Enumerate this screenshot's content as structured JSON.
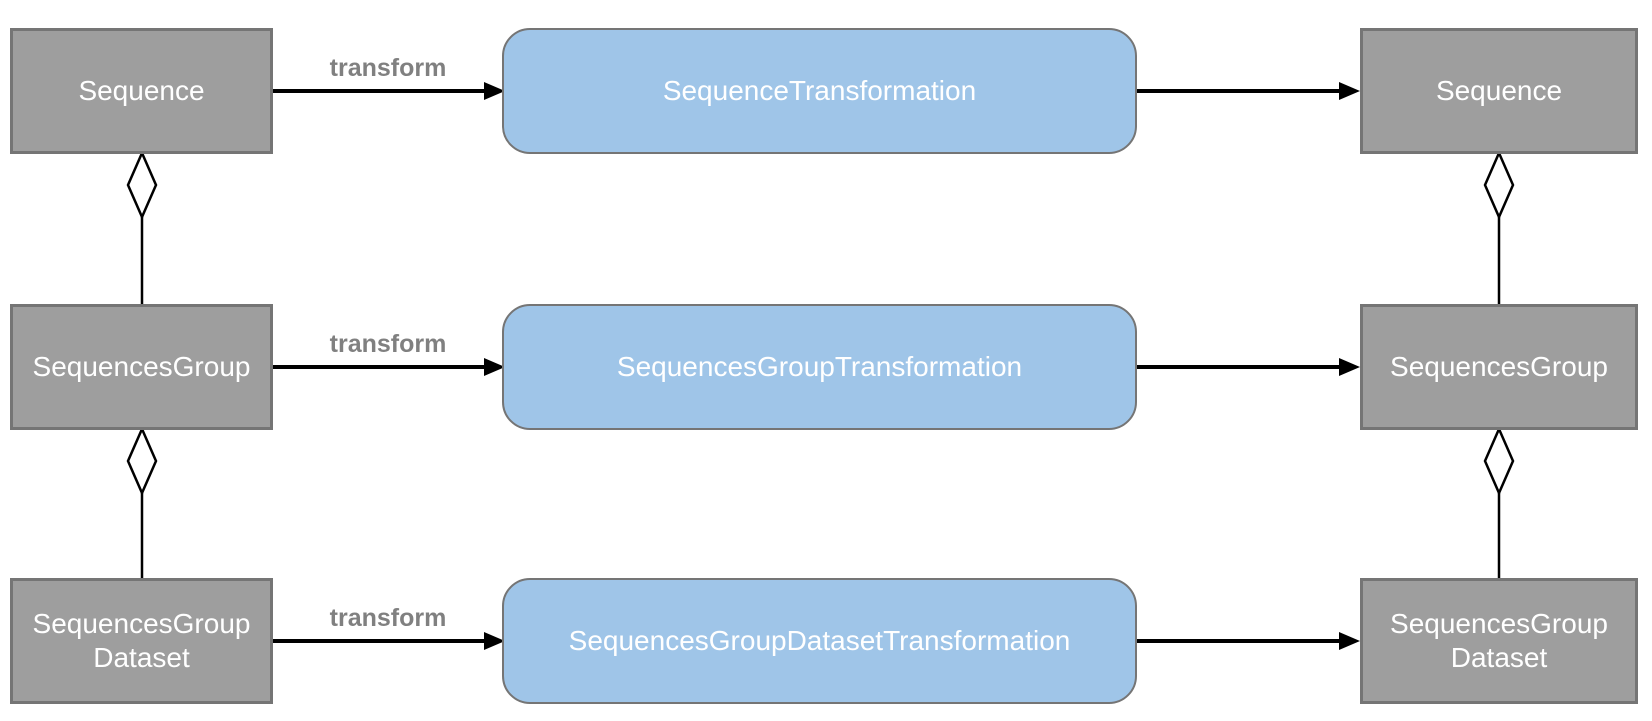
{
  "diagram_type": "uml-transformation-diagram",
  "colors": {
    "source_fill": "#9e9e9e",
    "source_border": "#757575",
    "transformation_fill": "#9fc5e8",
    "transformation_border": "#757575",
    "node_text": "#ffffff",
    "edge_label_text": "#808080",
    "connector": "#000000",
    "diamond_fill": "#ffffff"
  },
  "rows": [
    {
      "source": "Sequence",
      "edge_label": "transform",
      "transformation": "SequenceTransformation",
      "target": "Sequence"
    },
    {
      "source": "SequencesGroup",
      "edge_label": "transform",
      "transformation": "SequencesGroupTransformation",
      "target": "SequencesGroup"
    },
    {
      "source": "SequencesGroup\nDataset",
      "edge_label": "transform",
      "transformation": "SequencesGroupDatasetTransformation",
      "target": "SequencesGroup\nDataset"
    }
  ],
  "aggregation_links": [
    {
      "side": "left",
      "parent": "Sequence",
      "child": "SequencesGroup",
      "type": "aggregation-diamond"
    },
    {
      "side": "left",
      "parent": "SequencesGroup",
      "child": "SequencesGroup Dataset",
      "type": "aggregation-diamond"
    },
    {
      "side": "right",
      "parent": "Sequence",
      "child": "SequencesGroup",
      "type": "aggregation-diamond"
    },
    {
      "side": "right",
      "parent": "SequencesGroup",
      "child": "SequencesGroup Dataset",
      "type": "aggregation-diamond"
    }
  ]
}
